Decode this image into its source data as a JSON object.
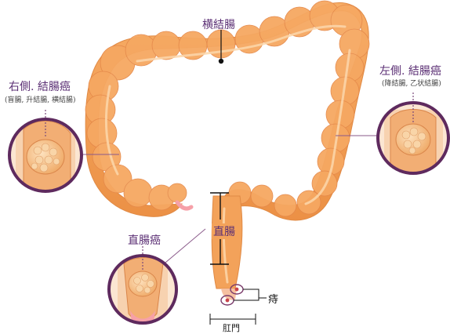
{
  "labels": {
    "transverse_colon": "横結腸",
    "right_title": "右側. 結腸癌",
    "right_sub": "(盲腸, 升結腸, 横結腸)",
    "left_title": "左側. 結腸癌",
    "left_sub": "(降結腸, 乙状結腸)",
    "rectal_cancer": "直腸癌",
    "rectum": "直腸",
    "hemorrhoid": "痔",
    "anus": "肛門"
  },
  "colors": {
    "colon_fill": "#f29a4e",
    "colon_highlight": "#fcd2a4",
    "colon_shadow": "#dd7a35",
    "callout_purple": "#5b2f74",
    "inset_ring": "#5e2a5e",
    "tumor_fill": "#f5c18a"
  },
  "icons": [
    "inset-magnifier-circle",
    "leader-line-dot"
  ]
}
